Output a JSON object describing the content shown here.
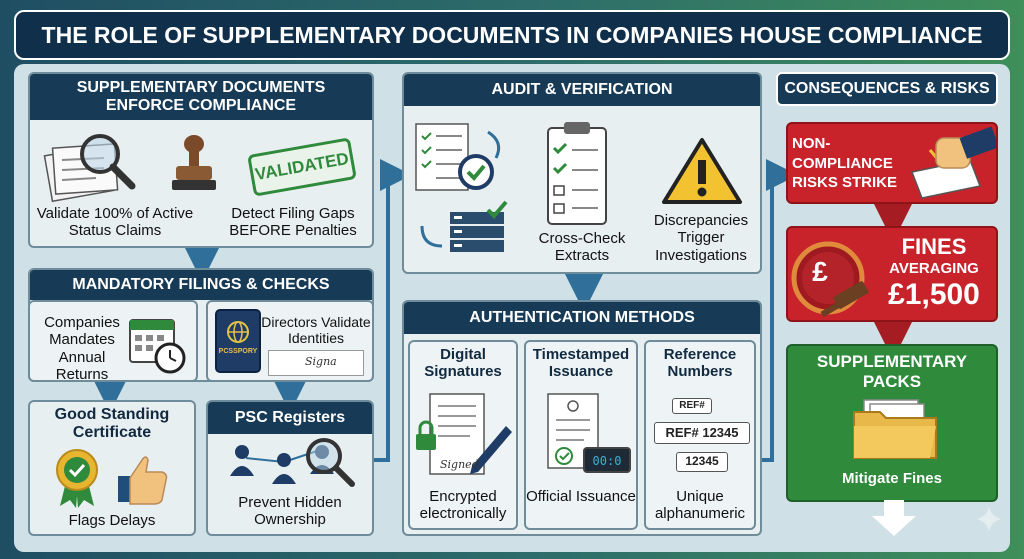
{
  "title": "THE ROLE OF SUPPLEMENTARY DOCUMENTS IN COMPANIES HOUSE COMPLIANCE",
  "enforce": {
    "header": "SUPPLEMENTARY DOCUMENTS ENFORCE COMPLIANCE",
    "left_label": "Validate 100% of Active Status Claims",
    "stamp_text": "VALIDATED",
    "right_label": "Detect Filing Gaps BEFORE Penalties"
  },
  "mandatory": {
    "header": "MANDATORY FILINGS & CHECKS",
    "left_label": "Companies Mandates Annual Returns",
    "right_label": "Directors Validate Identities",
    "passport_text": "PCSSPORY",
    "signature_text": "Signa"
  },
  "good_standing": {
    "header": "Good Standing Certificate",
    "label": "Flags Delays"
  },
  "psc": {
    "header": "PSC Registers",
    "label": "Prevent Hidden Ownership"
  },
  "audit": {
    "header": "AUDIT & VERIFICATION",
    "middle_label": "Cross-Check Extracts",
    "right_label": "Discrepancies Trigger Investigations"
  },
  "auth": {
    "header": "AUTHENTICATION METHODS",
    "columns": [
      {
        "title": "Digital Signatures",
        "label": "Encrypted electronically",
        "sig_text": "Signed"
      },
      {
        "title": "Timestamped Issuance",
        "label": "Official Issuance"
      },
      {
        "title": "Reference Numbers",
        "label": "Unique alphanumeric",
        "ref1": "REF#",
        "ref2": "REF# 12345",
        "ref3": "12345"
      }
    ]
  },
  "consequences": {
    "header": "CONSEQUENCES & RISKS",
    "risk_label": "NON-COMPLIANCE RISKS STRIKE",
    "fines_line1": "FINES",
    "fines_line2": "AVERAGING",
    "fines_amount": "£1,500",
    "coin_symbol": "£",
    "packs_header": "SUPPLEMENTARY PACKS",
    "packs_label": "Mitigate Fines"
  },
  "colors": {
    "navy": "#173a56",
    "arrow": "#2f6f9a",
    "red": "#c8232b",
    "green": "#2f8a3c"
  }
}
